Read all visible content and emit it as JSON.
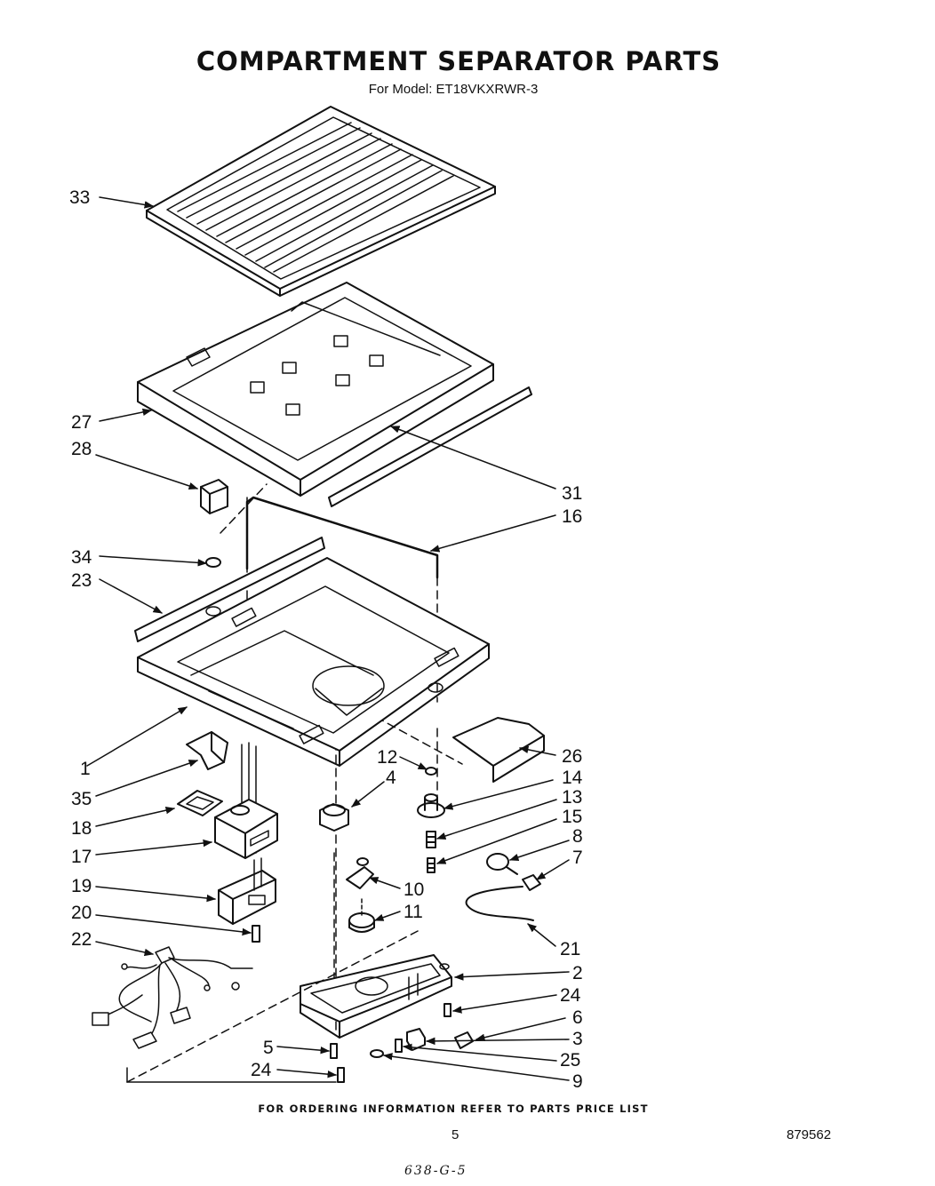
{
  "title": "COMPARTMENT SEPARATOR PARTS",
  "subtitle": "For Model: ET18VKXRWR-3",
  "footer": "FOR ORDERING INFORMATION REFER TO PARTS PRICE LIST",
  "page_number": "5",
  "document_number": "879562",
  "handwritten_note": "638-G-5",
  "part_labels": {
    "p33": "33",
    "p27": "27",
    "p28": "28",
    "p31": "31",
    "p16": "16",
    "p34": "34",
    "p23": "23",
    "p1": "1",
    "p26": "26",
    "p12": "12",
    "p4": "4",
    "p14": "14",
    "p35": "35",
    "p13": "13",
    "p15": "15",
    "p18": "18",
    "p8": "8",
    "p17": "17",
    "p7": "7",
    "p10": "10",
    "p19": "19",
    "p11": "11",
    "p20": "20",
    "p22": "22",
    "p21": "21",
    "p2": "2",
    "p24a": "24",
    "p6": "6",
    "p3": "3",
    "p5": "5",
    "p25": "25",
    "p24b": "24",
    "p9": "9"
  }
}
